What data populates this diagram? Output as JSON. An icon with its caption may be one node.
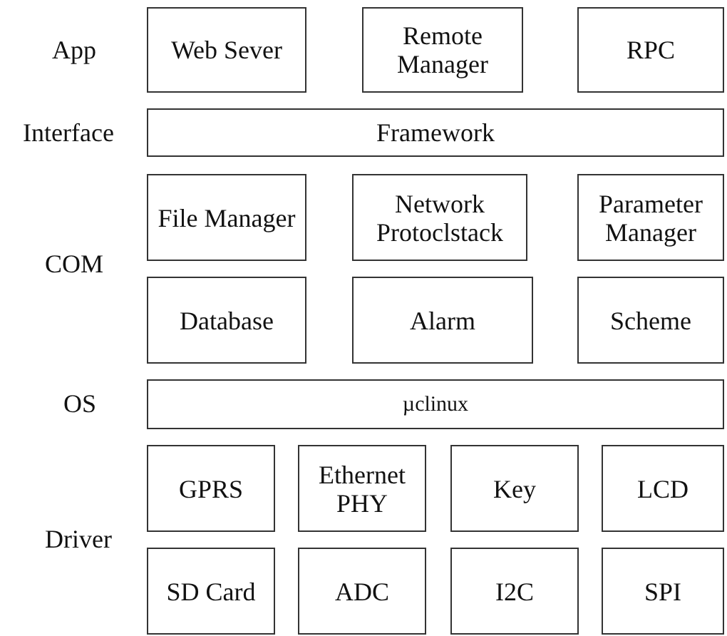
{
  "diagram": {
    "nodes": [
      {
        "text": [
          "Web Sever"
        ]
      },
      {
        "text": [
          "Remote Manager"
        ]
      },
      {
        "text": [
          "RPC"
        ]
      },
      {
        "text": [
          "Framework"
        ]
      },
      {
        "text": [
          "File Manager"
        ]
      },
      {
        "text": [
          "Network Protoclstack"
        ]
      },
      {
        "text": [
          "Parameter Manager"
        ]
      },
      {
        "text": [
          "Database"
        ]
      },
      {
        "text": [
          "Alarm"
        ]
      },
      {
        "text": [
          "Scheme"
        ]
      },
      {
        "text": [
          "µclinux"
        ]
      },
      {
        "text": [
          "GPRS"
        ]
      },
      {
        "text": [
          "Ethernet PHY"
        ]
      },
      {
        "text": [
          "Key"
        ]
      },
      {
        "text": [
          "LCD"
        ]
      },
      {
        "text": [
          "SD Card"
        ]
      },
      {
        "text": [
          "ADC"
        ]
      },
      {
        "text": [
          "I2C"
        ]
      },
      {
        "text": [
          "SPI"
        ]
      }
    ],
    "labels": [
      "App",
      "Interface",
      "COM",
      "OS",
      "Driver"
    ]
  }
}
